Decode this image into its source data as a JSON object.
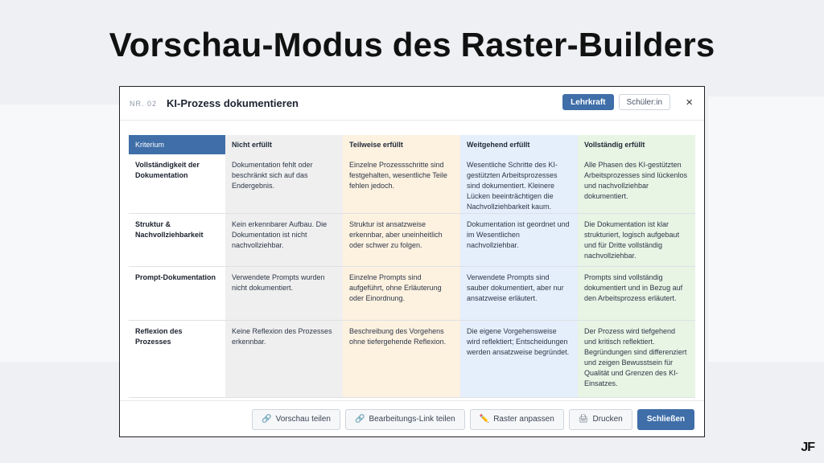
{
  "slide_title": "Vorschau-Modus des Raster-Builders",
  "modal": {
    "number_label": "NR. 02",
    "title": "KI-Prozess dokumentieren",
    "modes": [
      {
        "label": "Lehrkraft",
        "active": true
      },
      {
        "label": "Schüler:in",
        "active": false
      }
    ],
    "close_icon": "×"
  },
  "rubric": {
    "headers": [
      "Kriterium",
      "Nicht erfüllt",
      "Teilweise erfüllt",
      "Weitgehend erfüllt",
      "Vollständig erfüllt"
    ],
    "level_colors": [
      "#efefef",
      "#fdf1e0",
      "#e5eefb",
      "#e8f4e4"
    ],
    "rows": [
      {
        "criterion": "Vollständigkeit der Dokumentation",
        "cells": [
          "Dokumentation fehlt oder beschränkt sich auf das Endergebnis.",
          "Einzelne Prozessschritte sind festgehalten, wesentliche Teile fehlen jedoch.",
          "Wesentliche Schritte des KI-gestützten Arbeitsprozesses sind dokumentiert. Kleinere Lücken beeinträchtigen die Nachvollziehbarkeit kaum.",
          "Alle Phasen des KI-gestützten Arbeitsprozesses sind lückenlos und nachvollziehbar dokumentiert."
        ]
      },
      {
        "criterion": "Struktur & Nachvollziehbarkeit",
        "cells": [
          "Kein erkennbarer Aufbau. Die Dokumentation ist nicht nachvollziehbar.",
          "Struktur ist ansatzweise erkennbar, aber uneinheitlich oder schwer zu folgen.",
          "Dokumentation ist geordnet und im Wesentlichen nachvollziehbar.",
          "Die Dokumentation ist klar strukturiert, logisch aufgebaut und für Dritte vollständig nachvollziehbar."
        ]
      },
      {
        "criterion": "Prompt-Dokumentation",
        "cells": [
          "Verwendete Prompts wurden nicht dokumentiert.",
          "Einzelne Prompts sind aufgeführt, ohne Erläuterung oder Einordnung.",
          "Verwendete Prompts sind sauber dokumentiert, aber nur ansatzweise erläutert.",
          "Prompts sind vollständig dokumentiert und in Bezug auf den Arbeitsprozess erläutert."
        ]
      },
      {
        "criterion": "Reflexion des Prozesses",
        "cells": [
          "Keine Reflexion des Prozesses erkennbar.",
          "Beschreibung des Vorgehens ohne tiefergehende Reflexion.",
          "Die eigene Vorgehensweise wird reflektiert; Entscheidungen werden ansatzweise begründet.",
          "Der Prozess wird tiefgehend und kritisch reflektiert. Begründungen sind differenziert und zeigen Bewusstsein für Qualität und Grenzen des KI-Einsatzes."
        ]
      }
    ]
  },
  "footer": {
    "buttons": [
      {
        "label": "Vorschau teilen",
        "icon": "🔗",
        "icon_name": "link-icon"
      },
      {
        "label": "Bearbeitungs-Link teilen",
        "icon": "🔗",
        "icon_name": "link-icon"
      },
      {
        "label": "Raster anpassen",
        "icon": "✏️",
        "icon_name": "pencil-icon"
      },
      {
        "label": "Drucken",
        "icon": "🖨",
        "icon_name": "printer-icon"
      }
    ],
    "close_label": "Schließen"
  },
  "logo": "JF"
}
